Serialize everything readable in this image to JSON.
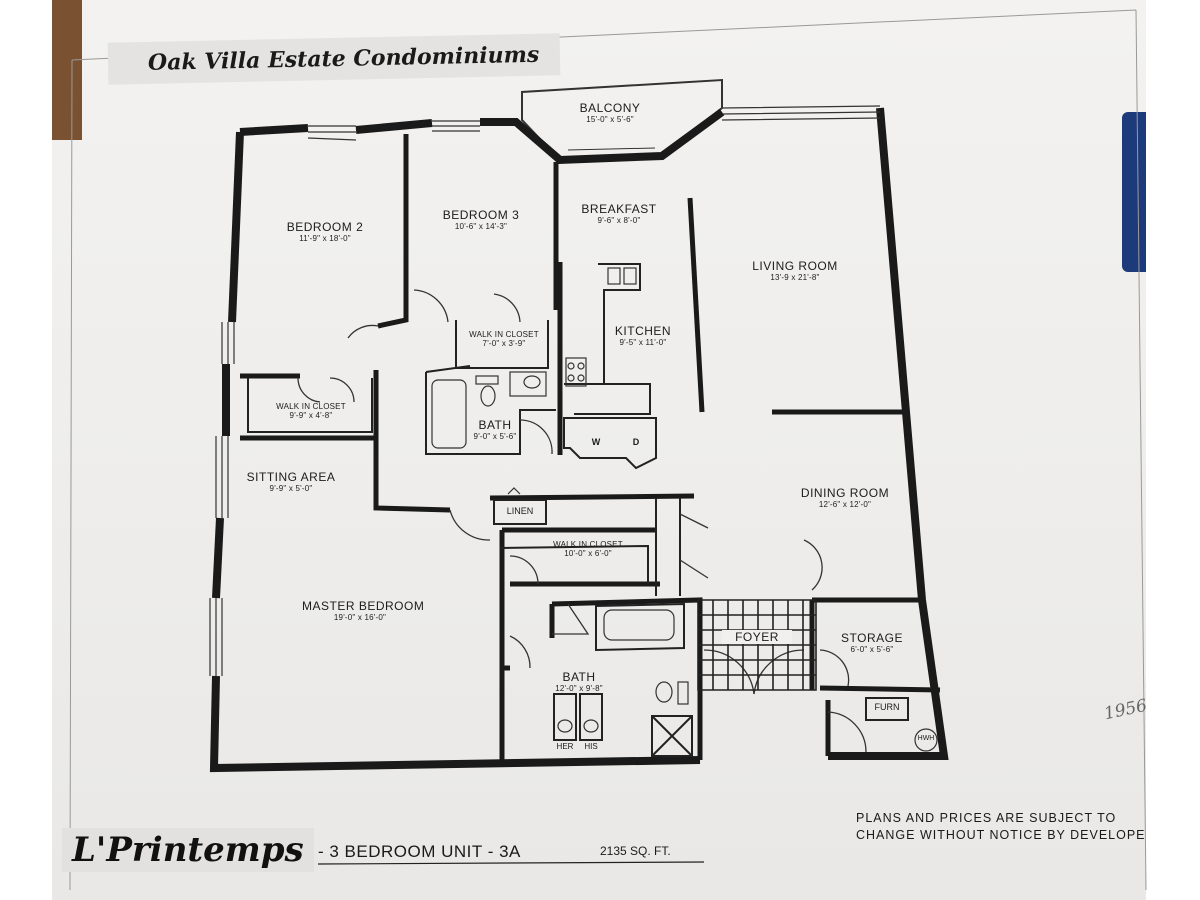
{
  "title": "Oak Villa Estate Condominiums",
  "plan": {
    "name": "L'Printemps",
    "unit": "- 3 BEDROOM UNIT - 3A",
    "area": "2135 SQ. FT."
  },
  "disclaimer": {
    "line1": "PLANS AND PRICES ARE SUBJECT TO",
    "line2": "CHANGE WITHOUT NOTICE BY DEVELOPE"
  },
  "handwritten_note": "1956",
  "rooms": {
    "balcony": {
      "name": "BALCONY",
      "dims": "15'-0\" x 5'-6\""
    },
    "bedroom2": {
      "name": "BEDROOM 2",
      "dims": "11'-9\" x 18'-0\""
    },
    "bedroom3": {
      "name": "BEDROOM 3",
      "dims": "10'-6\" x 14'-3\""
    },
    "breakfast": {
      "name": "BREAKFAST",
      "dims": "9'-6\" x 8'-0\""
    },
    "living_room": {
      "name": "LIVING ROOM",
      "dims": "13'-9 x 21'-8\""
    },
    "kitchen": {
      "name": "KITCHEN",
      "dims": "9'-5\" x 11'-0\""
    },
    "walkin_closet_bed3": {
      "name": "WALK IN CLOSET",
      "dims": "7'-0\" x 3'-9\""
    },
    "walkin_closet_bed2": {
      "name": "WALK IN CLOSET",
      "dims": "9'-9\" x 4'-8\""
    },
    "bath_hall": {
      "name": "BATH",
      "dims": "9'-0\" x 5'-6\""
    },
    "sitting_area": {
      "name": "SITTING AREA",
      "dims": "9'-9\" x 5'-0\""
    },
    "dining_room": {
      "name": "DINING ROOM",
      "dims": "12'-6\" x 12'-0\""
    },
    "linen": {
      "name": "LINEN"
    },
    "walkin_closet_master": {
      "name": "WALK IN CLOSET",
      "dims": "10'-0\" x 6'-0\""
    },
    "master_bedroom": {
      "name": "MASTER BEDROOM",
      "dims": "19'-0\" x 16'-0\""
    },
    "foyer": {
      "name": "FOYER"
    },
    "storage": {
      "name": "STORAGE",
      "dims": "6'-0\" x 5'-6\""
    },
    "bath_master": {
      "name": "BATH",
      "dims": "12'-0\" x 9'-8\""
    }
  },
  "fixtures": {
    "washer": "W",
    "dryer": "D",
    "furnace": "FURN",
    "water_heater": "HWH",
    "her_sink": "HER",
    "his_sink": "HIS"
  }
}
